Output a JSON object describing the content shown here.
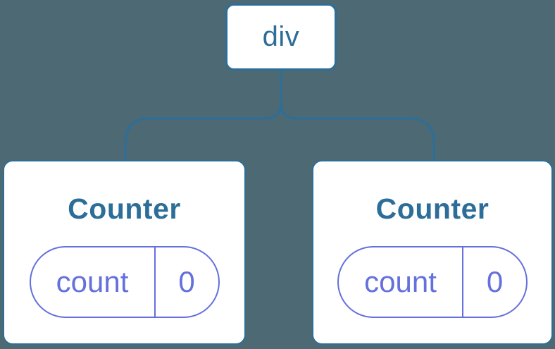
{
  "theme": {
    "background": "#4D6973",
    "tree_blue": "#2D6E99",
    "state_indigo": "#6470DC",
    "node_fill": "#FFFFFF"
  },
  "tree": {
    "root": {
      "label": "div"
    },
    "children": [
      {
        "title": "Counter",
        "state": {
          "key": "count",
          "value": "0"
        }
      },
      {
        "title": "Counter",
        "state": {
          "key": "count",
          "value": "0"
        }
      }
    ]
  }
}
